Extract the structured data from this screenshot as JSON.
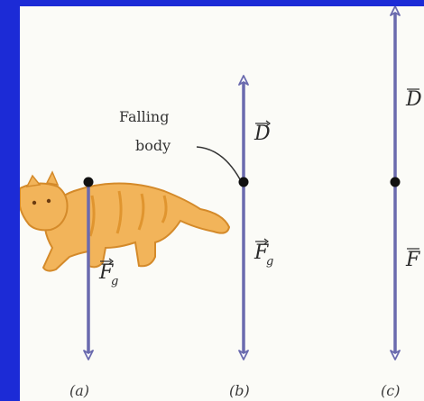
{
  "panels": [
    {
      "id": "a",
      "caption": "(a)",
      "force_down": {
        "symbol": "F",
        "subscript": "g"
      }
    },
    {
      "id": "b",
      "caption": "(b)",
      "force_up": {
        "symbol": "D"
      },
      "force_down": {
        "symbol": "F",
        "subscript": "g"
      }
    },
    {
      "id": "c",
      "caption": "(c)",
      "force_up": {
        "symbol": "D"
      },
      "force_down": {
        "symbol": "F"
      }
    }
  ],
  "callout": {
    "line1": "Falling",
    "line2": "body"
  },
  "colors": {
    "background": "#1c2bd6",
    "panel": "#fbfbf7",
    "arrow": "#6a6aae",
    "cat": "#f2b45a"
  }
}
